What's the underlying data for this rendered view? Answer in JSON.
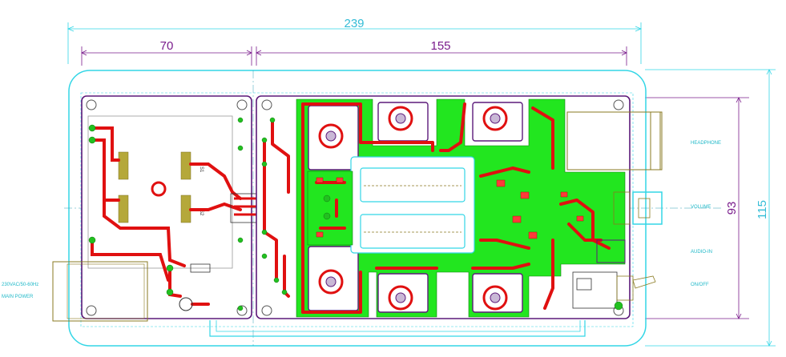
{
  "dimensions": {
    "total_width": "239",
    "left_section": "70",
    "right_section": "155",
    "inner_height": "93",
    "total_height": "115"
  },
  "connectors": {
    "headphone": "HEADPHONE",
    "volume": "VOLUME",
    "audio_in": "AUDIO-IN",
    "on_off": "ON/OFF"
  },
  "power_input": {
    "line1": "230VAC/50-60Hz",
    "line2": "MAIN POWER"
  },
  "transformer": {
    "s1": "S1",
    "s2": "S2"
  },
  "colors": {
    "outline": "#33d6e6",
    "dimension_line": "#7a1c8c",
    "board_fill": "#22e61f",
    "trace": "#e01010",
    "pad": "#b5a83a",
    "heatsink_edge": "#5c1a7a"
  }
}
